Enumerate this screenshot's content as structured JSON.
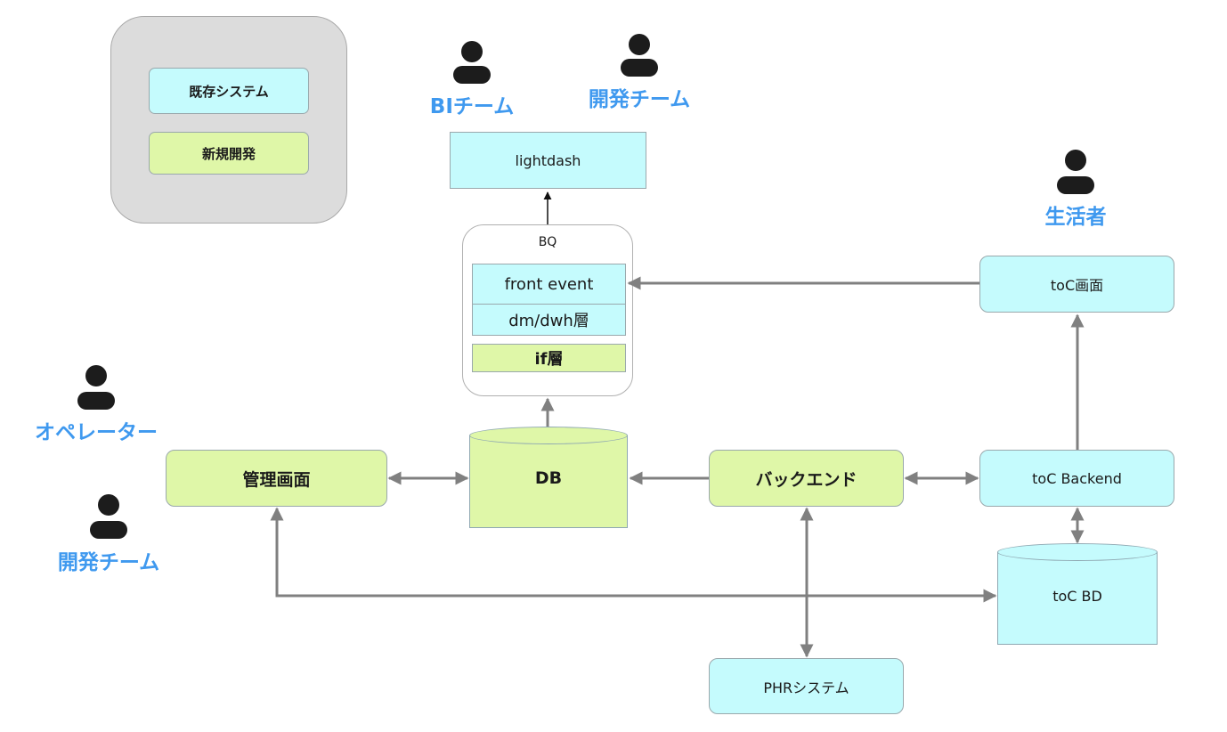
{
  "legend": {
    "existing_label": "既存システム",
    "new_label": "新規開発",
    "existing_color": "#c5fbfd",
    "new_color": "#dff7a8"
  },
  "actors": {
    "bi_team": {
      "label": "BIチーム",
      "icon": "person-icon"
    },
    "dev_team_top": {
      "label": "開発チーム",
      "icon": "person-icon"
    },
    "consumer": {
      "label": "生活者",
      "icon": "person-icon"
    },
    "operator": {
      "label": "オペレーター",
      "icon": "person-icon"
    },
    "dev_team_bottom": {
      "label": "開発チーム",
      "icon": "person-icon"
    }
  },
  "nodes": {
    "lightdash": "lightdash",
    "bq": {
      "title": "BQ",
      "front_event": "front event",
      "dm_dwh": "dm/dwh層",
      "if_layer": "if層"
    },
    "admin_screen": "管理画面",
    "db": "DB",
    "backend": "バックエンド",
    "toc_screen": "toC画面",
    "toc_backend": "toC Backend",
    "toc_bd": "toC BD",
    "phr_system": "PHRシステム"
  },
  "colors": {
    "actor_label": "#3f99ef",
    "arrow": "#808080"
  }
}
